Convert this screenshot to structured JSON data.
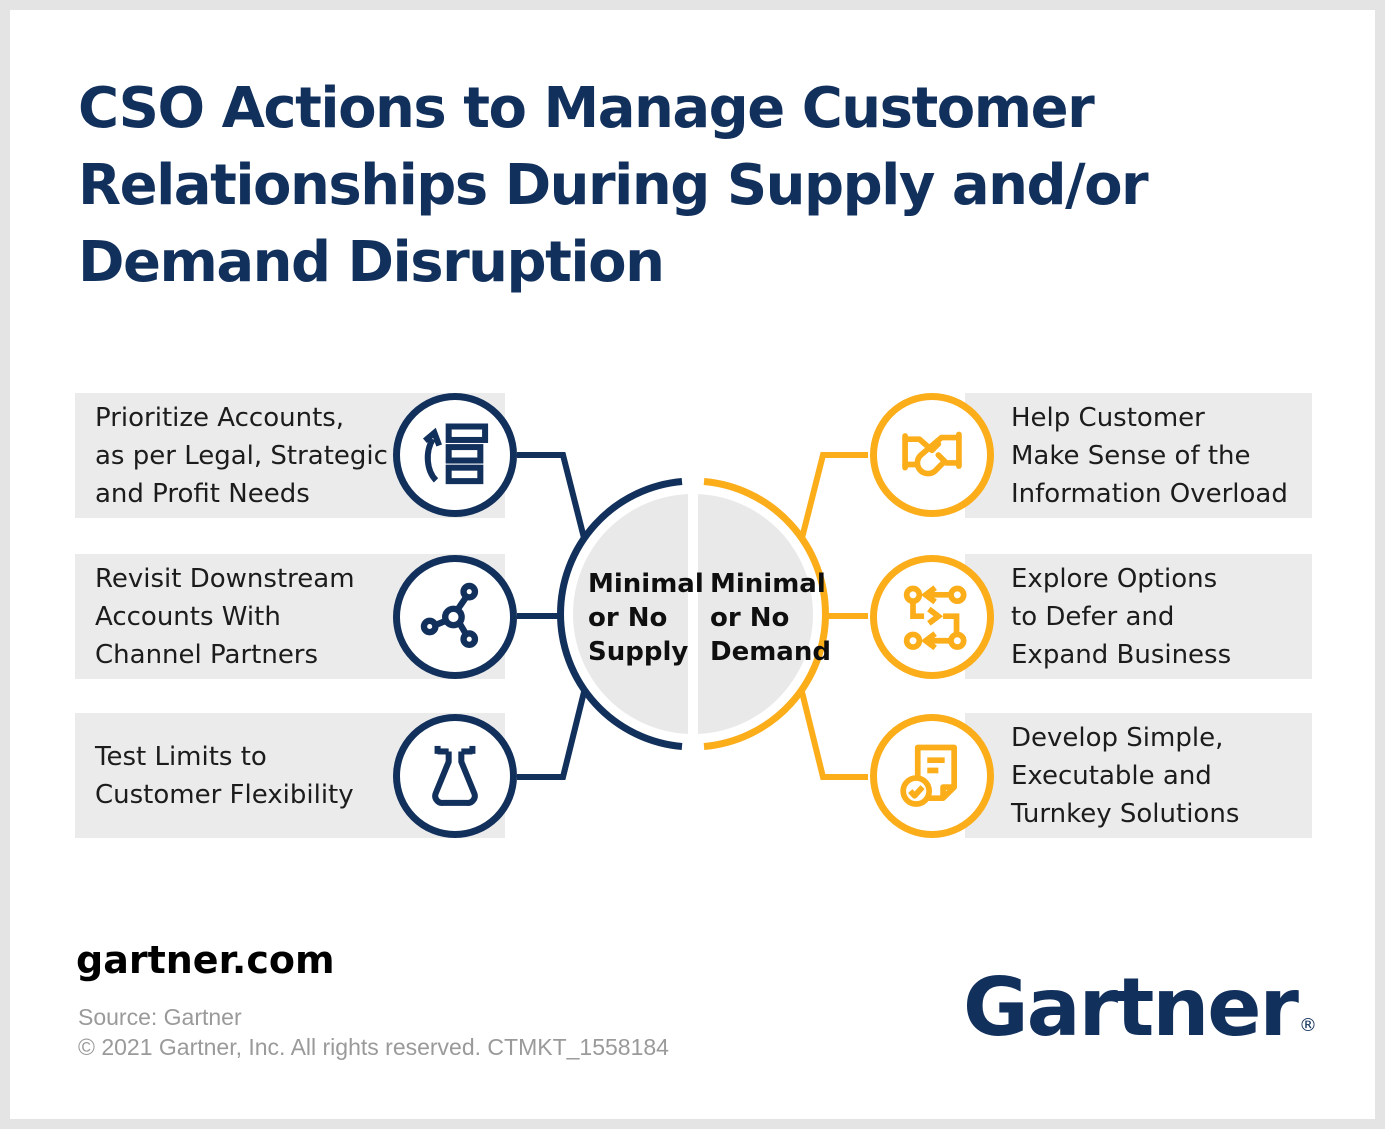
{
  "title": "CSO Actions to Manage Customer Relationships During Supply and/or Demand Disruption",
  "colors": {
    "navy": "#12305c",
    "gold": "#fbad1a",
    "bar_gray": "#ebebeb",
    "hub_gray": "#e9e9e9",
    "text_dark": "#1c1c1c",
    "footer_gray": "#9a9a9a"
  },
  "left_group": {
    "hub_label": "Minimal\nor No\nSupply",
    "items": [
      {
        "icon": "prioritize-list-icon",
        "text": "Prioritize Accounts,\nas per Legal, Strategic\nand Profit Needs"
      },
      {
        "icon": "network-nodes-icon",
        "text": "Revisit Downstream\nAccounts With\nChannel Partners"
      },
      {
        "icon": "flask-icon",
        "text": "Test Limits to\nCustomer Flexibility"
      }
    ]
  },
  "right_group": {
    "hub_label": "Minimal\nor No\nDemand",
    "items": [
      {
        "icon": "handshake-icon",
        "text": "Help Customer\nMake Sense of the\nInformation Overload"
      },
      {
        "icon": "branch-options-icon",
        "text": "Explore Options\nto Defer and\nExpand Business"
      },
      {
        "icon": "document-check-icon",
        "text": "Develop Simple,\nExecutable and\nTurnkey Solutions"
      }
    ]
  },
  "footer": {
    "site": "gartner.com",
    "credits": "Source: Gartner\n© 2021 Gartner, Inc. All rights reserved. CTMKT_1558184",
    "logo_text": "Gartner",
    "logo_reg": "®"
  }
}
